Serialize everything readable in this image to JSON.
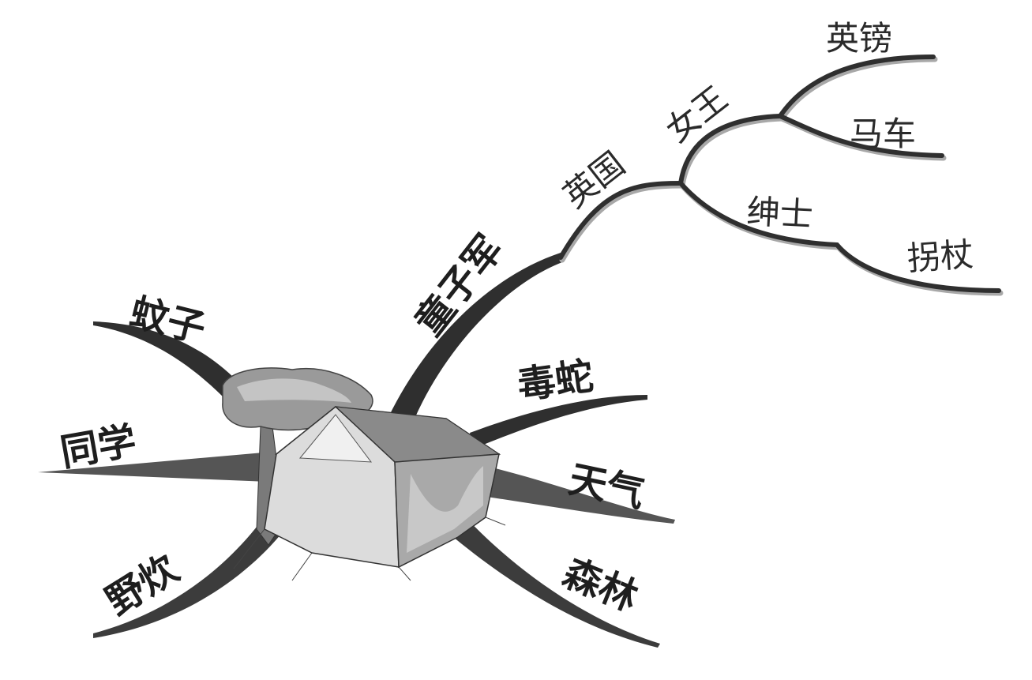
{
  "colors": {
    "background": "#ffffff",
    "branch_fill": "#2f2f2f",
    "branch_gray": "#555555",
    "shadow": "#a8a8a8",
    "tent_light": "#cfcfcf",
    "tent_mid": "#a9a9a9",
    "tent_dark": "#6e6e6e",
    "tree": "#9a9a9a"
  },
  "central_image": {
    "icon": "tent-with-tree-icon"
  },
  "branches": [
    {
      "id": "mosquito",
      "label": "蚊子"
    },
    {
      "id": "classmates",
      "label": "同学"
    },
    {
      "id": "picnic",
      "label": "野炊"
    },
    {
      "id": "forest",
      "label": "森林"
    },
    {
      "id": "weather",
      "label": "天气"
    },
    {
      "id": "snake",
      "label": "毒蛇"
    },
    {
      "id": "scouts",
      "label": "童子军",
      "children": [
        {
          "label": "英国",
          "children": [
            {
              "label": "女王",
              "children": [
                {
                  "label": "英镑"
                },
                {
                  "label": "马车"
                }
              ]
            },
            {
              "label": "绅士",
              "children": [
                {
                  "label": "拐杖"
                }
              ]
            }
          ]
        }
      ]
    }
  ]
}
